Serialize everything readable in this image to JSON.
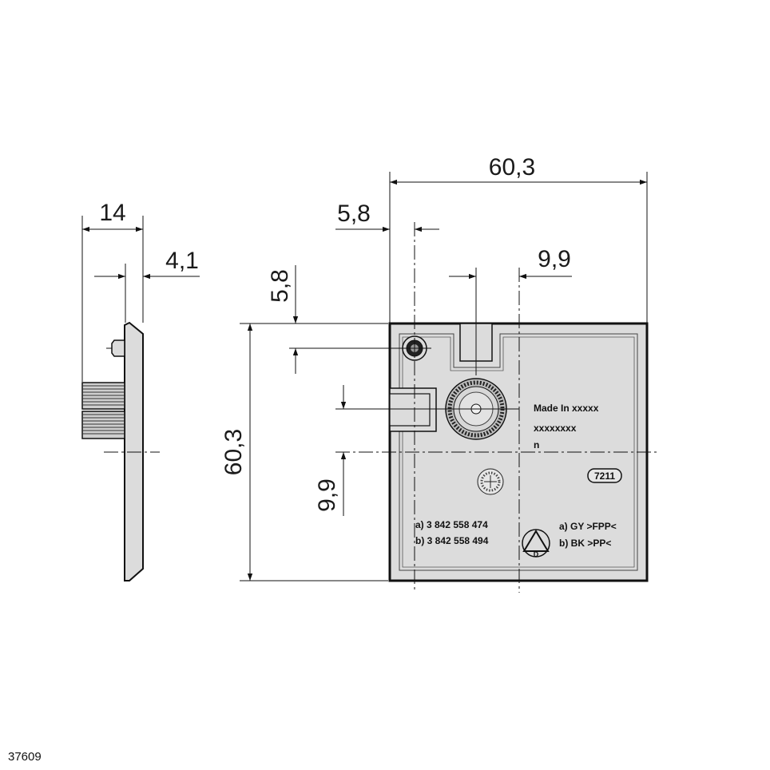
{
  "dimensions": {
    "side_depth": "14",
    "side_offset": "4,1",
    "front_width": "60,3",
    "front_hole_x": "5,8",
    "front_hole_y": "5,8",
    "front_height": "60,3",
    "center_x": "9,9",
    "center_y": "9,9"
  },
  "plate_labels": {
    "made_in": "Made  In xxxxx",
    "made_in_line2": "xxxxxxxx",
    "mark_n": "n",
    "badge": "7211",
    "part_a": "a)  3   842   558  474",
    "part_b": "b)  3   842   558  494",
    "color_a": "a)  GY  >FPP<",
    "color_b": "b)  BK  >PP<",
    "recycle_letter": "D"
  },
  "drawing_number": "37609",
  "colors": {
    "plate_fill": "#dcdcdc",
    "line": "#111111",
    "background": "#ffffff"
  }
}
